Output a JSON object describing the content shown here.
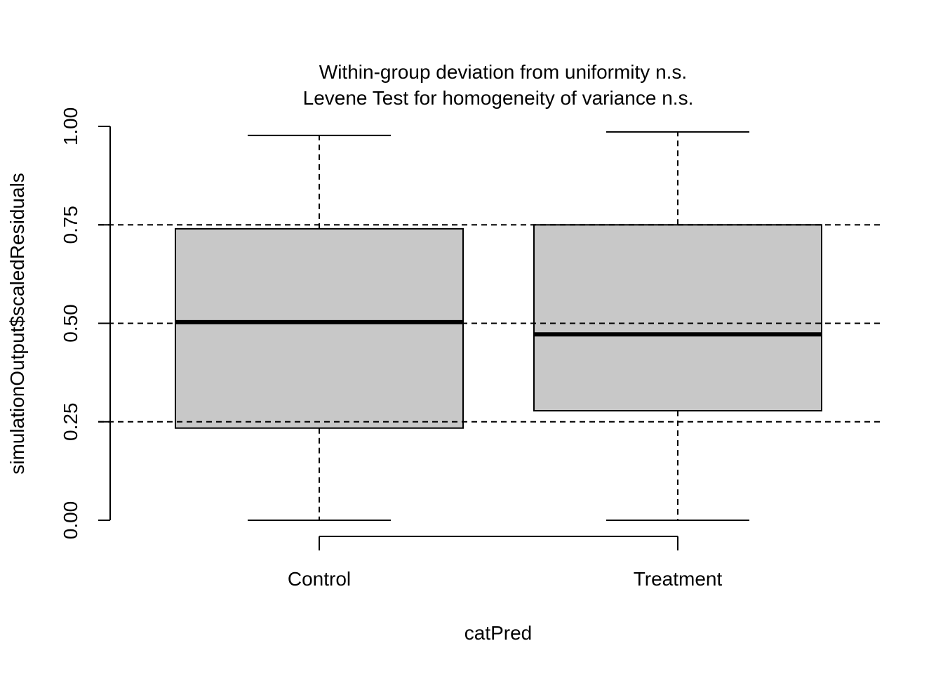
{
  "chart_data": {
    "type": "boxplot",
    "title": [
      "Within-group deviation from uniformity n.s.",
      "Levene Test for homogeneity of variance n.s."
    ],
    "xlabel": "catPred",
    "ylabel": "simulationOutput$scaledResiduals",
    "categories": [
      "Control",
      "Treatment"
    ],
    "boxes": [
      {
        "name": "Control",
        "min": 0.0,
        "q1": 0.234,
        "median": 0.503,
        "q3": 0.74,
        "max": 0.977
      },
      {
        "name": "Treatment",
        "min": 0.0,
        "q1": 0.278,
        "median": 0.472,
        "q3": 0.75,
        "max": 0.986
      }
    ],
    "ylim": [
      0,
      1
    ],
    "yticks": [
      0,
      0.25,
      0.5,
      0.75,
      1
    ],
    "ytick_labels": [
      "0.00",
      "0.25",
      "0.50",
      "0.75",
      "1.00"
    ],
    "reference_lines": [
      0.25,
      0.5,
      0.75
    ],
    "box_fill": "#c8c8c8"
  }
}
